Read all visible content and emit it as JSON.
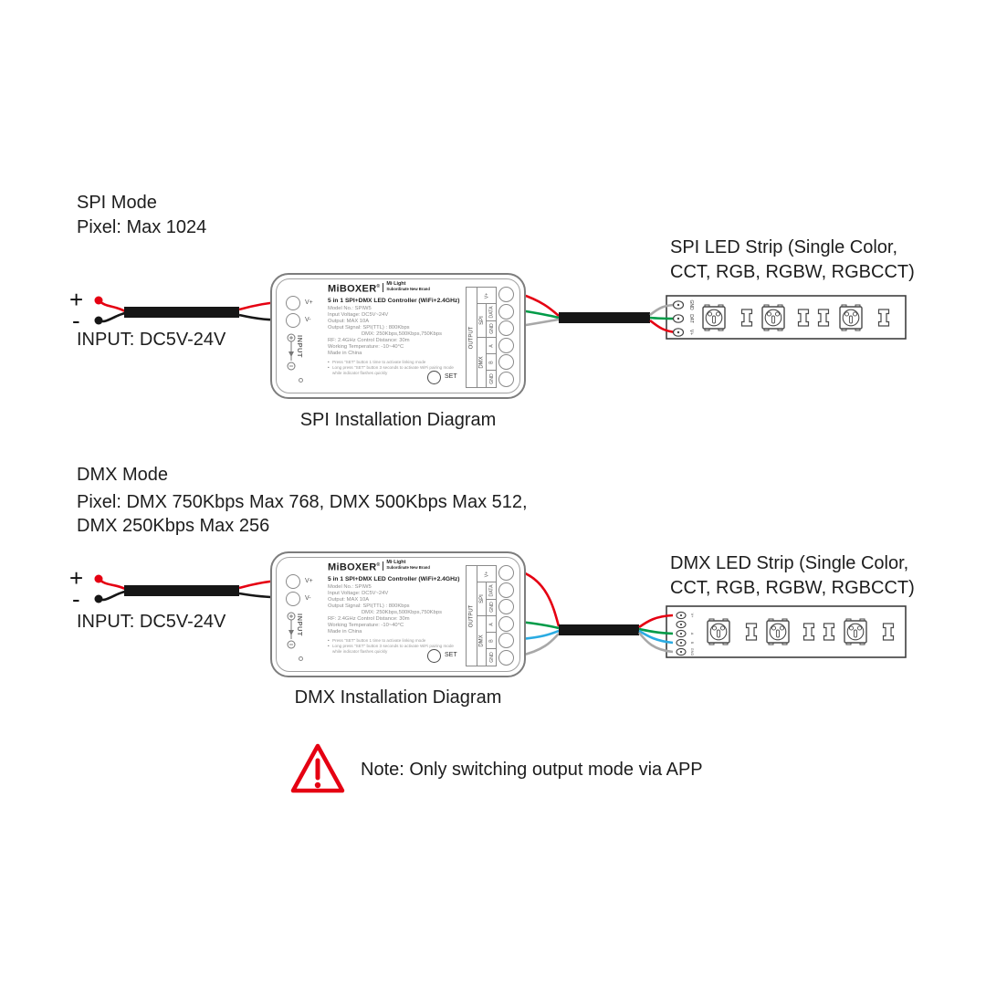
{
  "colors": {
    "wire_red": "#e50012",
    "wire_green": "#009b48",
    "wire_blue": "#2aabe2",
    "wire_gray": "#a8a8a8",
    "cable_black": "#161616",
    "warning_red": "#e50012",
    "text_dark": "#1d1d1d"
  },
  "spi_section": {
    "mode_title": "SPI Mode",
    "pixel_note": "Pixel: Max 1024",
    "plus": "+",
    "minus": "-",
    "input_label": "INPUT: DC5V-24V",
    "caption": "SPI Installation Diagram",
    "strip_title_line1": "SPI LED Strip (Single Color,",
    "strip_title_line2": "CCT, RGB, RGBW, RGBCCT)",
    "strip_pads": [
      "GND",
      "DAT",
      "V+"
    ]
  },
  "dmx_section": {
    "mode_title": "DMX Mode",
    "pixel_note_line1": "Pixel: DMX 750Kbps Max 768, DMX 500Kbps Max 512,",
    "pixel_note_line2": "DMX 250Kbps Max 256",
    "plus": "+",
    "minus": "-",
    "input_label": "INPUT: DC5V-24V",
    "caption": "DMX Installation Diagram",
    "strip_title_line1": "DMX LED Strip (Single Color,",
    "strip_title_line2": "CCT, RGB, RGBW, RGBCCT)",
    "strip_pads": [
      "V+",
      "A",
      "B",
      "GND"
    ]
  },
  "device": {
    "brand": "MiBOXER",
    "brand_reg": "®",
    "brand_tag_line1": "Mi·Light",
    "brand_tag_line2": "Subordinate New Brand",
    "product_title": "5 in 1 SPI+DMX LED Controller (WiFi+2.4GHz)",
    "specs": [
      "Model No.: SPIW5",
      "Input Voltage: DC5V~24V",
      "Output: MAX 10A",
      "Output Signal: SPI(TTL) : 800Kbps",
      "DMX: 250Kbps,500Kbps,750Kbps",
      "RF: 2.4GHz  Control Distance: 30m",
      "Working Temperature: -10~40°C",
      "Made in China"
    ],
    "notes": [
      "Press \"SET\" button 1 time to activate linking mode",
      "Long press \"SET\" button 3 seconds to activate WiFi pairing mode while indicator flashes quickly"
    ],
    "set_label": "SET",
    "v_plus": "V+",
    "v_minus": "V-",
    "input_vertical": "INPUT",
    "output_vertical": "OUTPUT",
    "group_spi": "SPI",
    "group_dmx": "DMX",
    "terminal_shared": "V+",
    "terminals_spi": [
      "DATA",
      "GND"
    ],
    "terminals_dmx": [
      "A",
      "B",
      "GND"
    ]
  },
  "warning": {
    "text": "Note: Only switching output mode via APP"
  }
}
